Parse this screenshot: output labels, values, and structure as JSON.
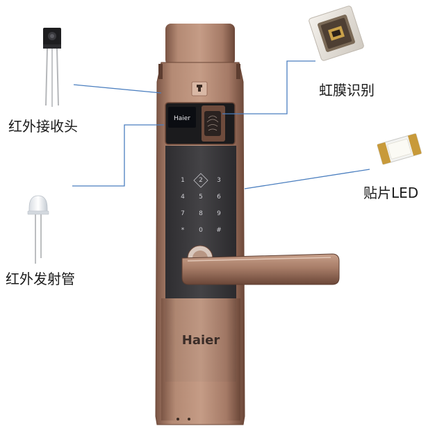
{
  "components": {
    "ir_receiver": {
      "label": "红外接收头",
      "icon": "ir-receiver-icon"
    },
    "ir_emitter": {
      "label": "红外发射管",
      "icon": "ir-led-icon"
    },
    "iris": {
      "label": "虹膜识别",
      "icon": "iris-sensor-chip-icon"
    },
    "smd_led": {
      "label": "贴片LED",
      "icon": "smd-led-icon"
    }
  },
  "lock": {
    "brand": "Haier",
    "screen_brand": "Haier",
    "keypad": [
      "1",
      "2",
      "3",
      "4",
      "5",
      "6",
      "7",
      "8",
      "9",
      "*",
      "0",
      "#"
    ]
  },
  "colors": {
    "bronze": "#a87d68",
    "bronze_dark": "#6f4c3e",
    "panel": "#3b3a3d",
    "leader": "#4a7ebf"
  }
}
